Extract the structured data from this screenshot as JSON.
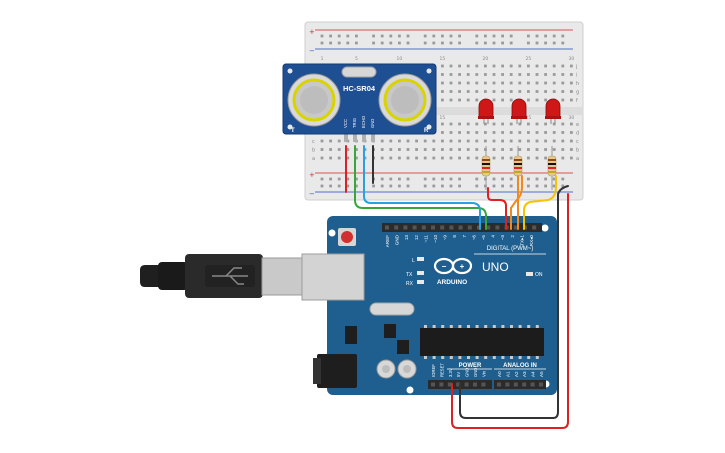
{
  "sensor": {
    "model": "HC-SR04",
    "pins": [
      "VCC",
      "TRIG",
      "ECHO",
      "GND"
    ],
    "left_mark": "T",
    "right_mark": "R"
  },
  "breadboard": {
    "rows_upper": [
      "j",
      "i",
      "h",
      "g",
      "f"
    ],
    "rows_lower": [
      "e",
      "d",
      "c",
      "b",
      "a"
    ],
    "col_marks": [
      "1",
      "5",
      "10",
      "15",
      "20",
      "25",
      "30"
    ],
    "rail_plus": "+",
    "rail_minus": "−"
  },
  "leds": {
    "color": "#d01717",
    "count": 3
  },
  "arduino": {
    "brand": "ARDUINO",
    "model": "UNO",
    "digital_label": "DIGITAL (PWM~)",
    "power_label": "POWER",
    "analog_label": "ANALOG IN",
    "on_label": "ON",
    "l_label": "L",
    "tx_label": "TX",
    "rx_label": "RX",
    "digital_pins": [
      "AREF",
      "GND",
      "13",
      "12",
      "~11",
      "~10",
      "~9",
      "8",
      "7",
      "~6",
      "~5",
      "4",
      "~3",
      "2",
      "TX▸1",
      "RX◂0"
    ],
    "power_pins": [
      "IOREF",
      "RESET",
      "3.3V",
      "5V",
      "GND",
      "GND",
      "Vin"
    ],
    "analog_pins": [
      "A0",
      "A1",
      "A2",
      "A3",
      "A4",
      "A5"
    ],
    "board_color": "#1f5f8f"
  },
  "wires": {
    "red": "#e02020",
    "black": "#333333",
    "green": "#3aa63a",
    "blue": "#2aa0e0",
    "orange": "#f08a1c",
    "yellow": "#f5c400"
  }
}
